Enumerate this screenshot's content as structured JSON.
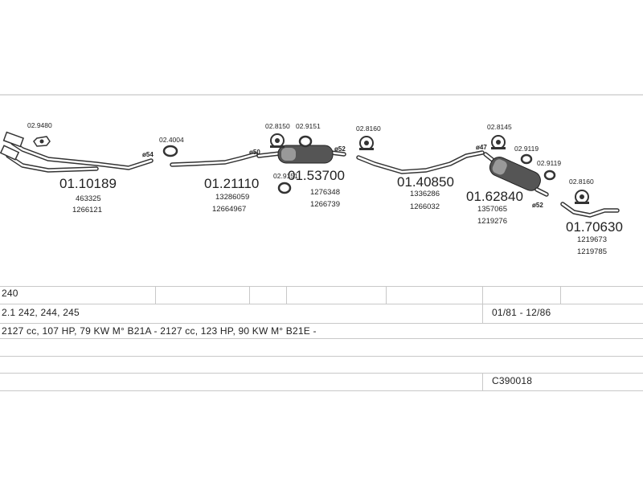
{
  "parts": [
    {
      "number": "01.10189",
      "oem": [
        "463325",
        "1266121"
      ]
    },
    {
      "number": "01.21110",
      "oem": [
        "13286059",
        "12664967"
      ]
    },
    {
      "number": "01.53700",
      "oem": [
        "1276348",
        "1266739"
      ]
    },
    {
      "number": "01.40850",
      "oem": [
        "1336286",
        "1266032"
      ]
    },
    {
      "number": "01.62840",
      "oem": [
        "1357065",
        "1219276"
      ]
    },
    {
      "number": "01.70630",
      "oem": [
        "1219673",
        "1219785"
      ]
    }
  ],
  "accessories": [
    {
      "code": "02.9480"
    },
    {
      "code": "02.4004"
    },
    {
      "code": "02.8150"
    },
    {
      "code": "02.9151"
    },
    {
      "code": "02.9151"
    },
    {
      "code": "02.8160"
    },
    {
      "code": "02.8145"
    },
    {
      "code": "02.9119"
    },
    {
      "code": "02.9119"
    },
    {
      "code": "02.8160"
    }
  ],
  "clamps": [
    "ø54",
    "ø50",
    "ø52",
    "ø47",
    "ø52"
  ],
  "info": {
    "model": "240",
    "variants": "2.1 242, 244, 245",
    "date_range": "01/81 - 12/86",
    "engine": "2127 cc, 107 HP, 79 KW M° B21A - 2127 cc, 123 HP, 90 KW M° B21E -",
    "code": "C390018"
  }
}
